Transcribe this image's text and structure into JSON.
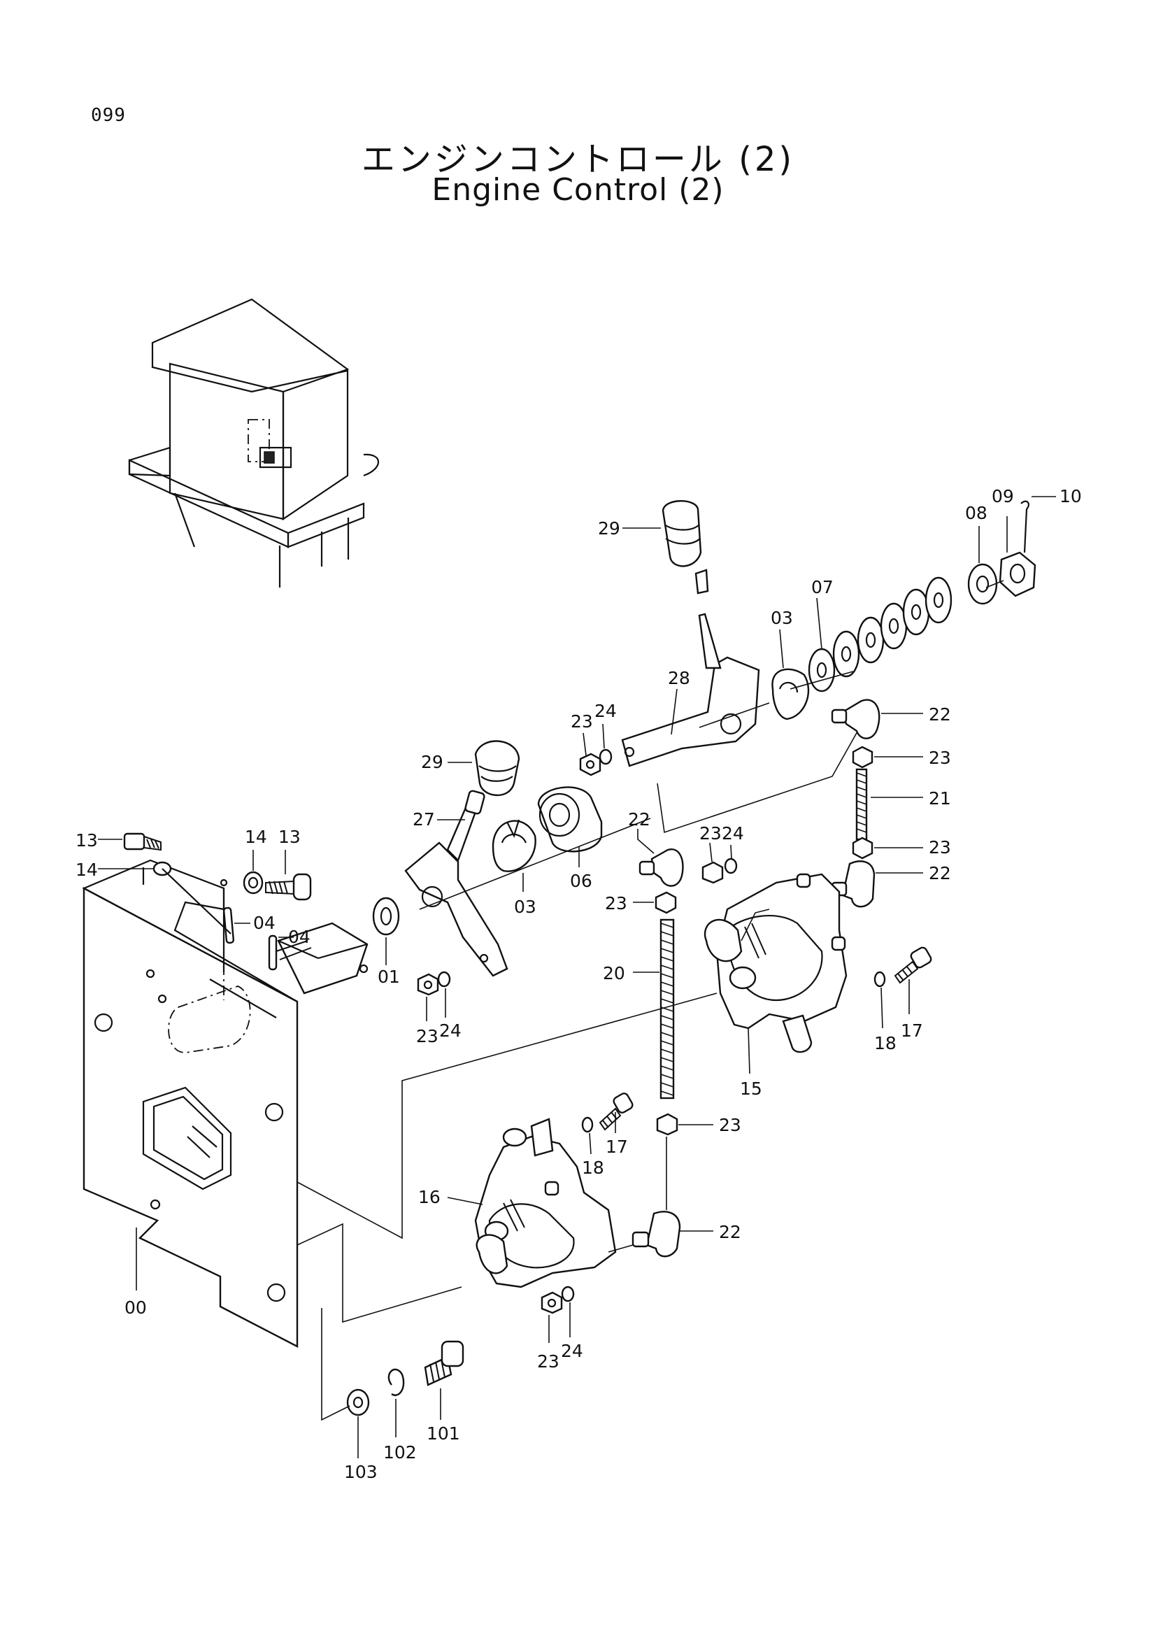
{
  "page_number": "099",
  "title_jp": "エンジンコントロール (2)",
  "title_en": "Engine Control (2)",
  "callouts": {
    "c29a": "29",
    "c08": "08",
    "c09": "09",
    "c10": "10",
    "c07": "07",
    "c03a": "03",
    "c28": "28",
    "c23a": "23",
    "c24a": "24",
    "c22a": "22",
    "c23b": "23",
    "c21": "21",
    "c29b": "29",
    "c27": "27",
    "c22b": "22",
    "c23c": "23",
    "c24b": "24",
    "c23d": "23",
    "c22c": "22",
    "c13a": "13",
    "c14a": "14",
    "c14b": "14",
    "c13b": "13",
    "c04a": "04",
    "c04b": "04",
    "c03b": "03",
    "c06": "06",
    "c23e": "23",
    "c01": "01",
    "c20": "20",
    "c23f": "23",
    "c24c": "24",
    "c17a": "17",
    "c18a": "18",
    "c15": "15",
    "c23g": "23",
    "c17b": "17",
    "c18b": "18",
    "c16": "16",
    "c22d": "22",
    "c00": "00",
    "c23h": "23",
    "c24d": "24",
    "c101": "101",
    "c102": "102",
    "c103": "103"
  }
}
